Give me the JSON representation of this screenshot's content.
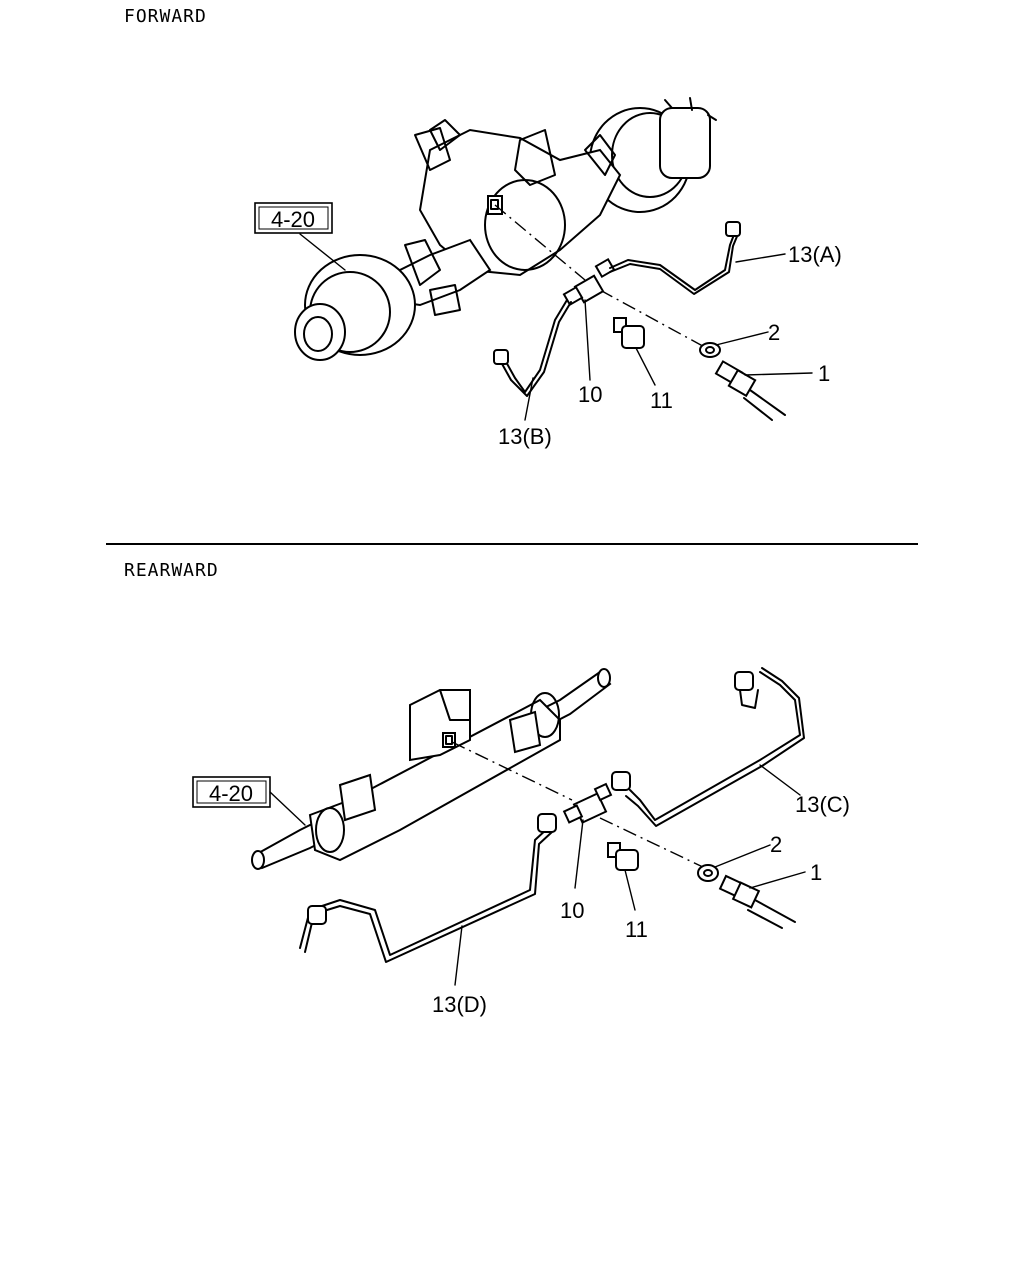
{
  "sections": {
    "forward": {
      "heading": "FORWARD",
      "ref_box": "4-20",
      "callouts": {
        "p13a": "13(A)",
        "p2": "2",
        "p1": "1",
        "p10": "10",
        "p11": "11",
        "p13b": "13(B)"
      }
    },
    "rearward": {
      "heading": "REARWARD",
      "ref_box": "4-20",
      "callouts": {
        "p13c": "13(C)",
        "p2": "2",
        "p1": "1",
        "p10": "10",
        "p11": "11",
        "p13d": "13(D)"
      }
    }
  }
}
